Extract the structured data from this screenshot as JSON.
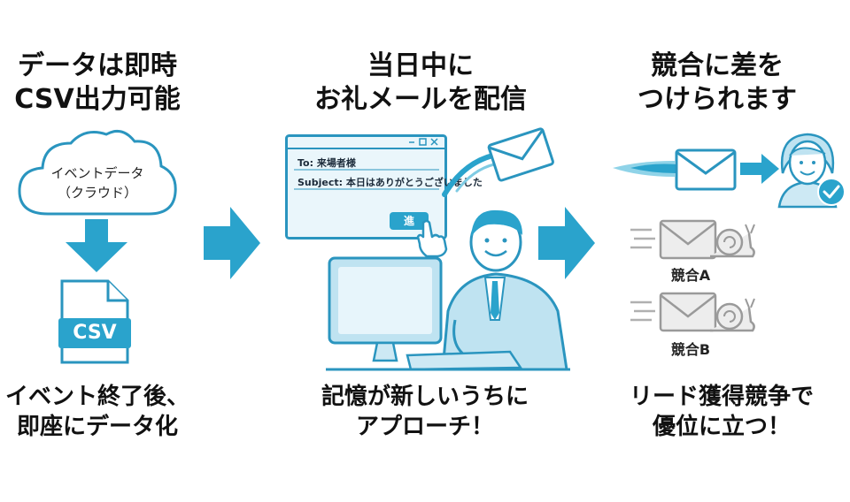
{
  "steps": [
    {
      "heading_line1": "データは即時",
      "heading_line2": "CSV出力可能",
      "cloud_line1": "イベントデータ",
      "cloud_line2": "（クラウド）",
      "file_label": "CSV",
      "caption_line1": "イベント終了後、",
      "caption_line2": "即座にデータ化"
    },
    {
      "heading_line1": "当日中に",
      "heading_line2": "お礼メールを配信",
      "mail_to": "To: 来場者様",
      "mail_subject": "Subject: 本日はありがとうございました",
      "send_button": "進",
      "caption_line1": "記憶が新しいうちに",
      "caption_line2": "アプローチ！"
    },
    {
      "heading_line1": "競合に差を",
      "heading_line2": "つけられます",
      "competitor_a": "競合A",
      "competitor_b": "競合B",
      "caption_line1": "リード獲得競争で",
      "caption_line2": "優位に立つ！"
    }
  ],
  "colors": {
    "accent": "#2aa3cc",
    "accent_light": "#cdeaf5",
    "outline": "#2a95bf",
    "gray": "#9a9a9a",
    "text": "#111111"
  },
  "icons": [
    "cloud-icon",
    "down-arrow-icon",
    "csv-file-icon",
    "right-arrow-icon",
    "email-window-icon",
    "envelope-icon",
    "businessman-at-computer-icon",
    "woman-avatar-icon",
    "checkmark-icon",
    "snail-icon"
  ]
}
